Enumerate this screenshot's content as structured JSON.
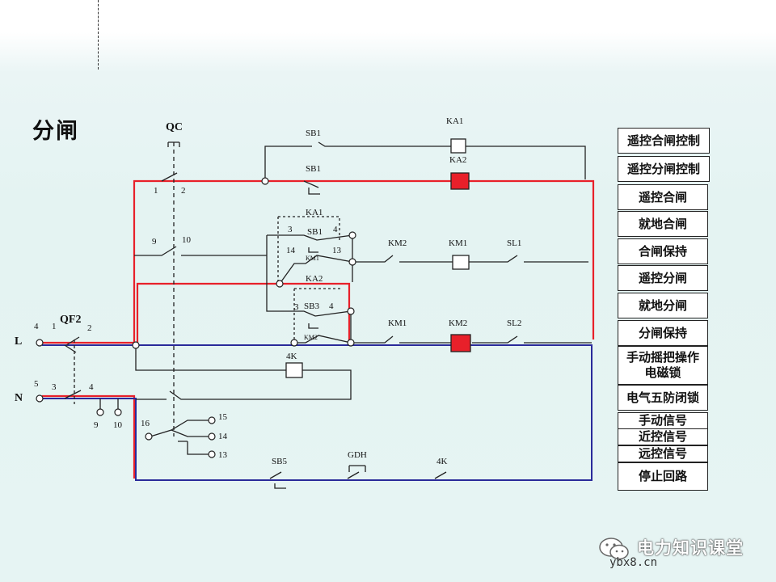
{
  "page": {
    "title": "分闸"
  },
  "diagram": {
    "labels": {
      "qc": "QC",
      "qf2": "QF2",
      "line_l": "L",
      "line_n": "N",
      "sb1_a": "SB1",
      "sb1_b": "SB1",
      "sb1_c": "SB1",
      "sb3": "SB3",
      "sb5": "SB5",
      "ka1_coil": "KA1",
      "ka2_coil": "KA2",
      "ka1_contact": "KA1",
      "ka2_contact": "KA2",
      "km2_contact": "KM2",
      "km1_coil": "KM1",
      "sl1": "SL1",
      "km1_contact": "KM1",
      "km2_coil": "KM2",
      "sl2": "SL2",
      "km1_small": "KM1",
      "km2_small": "KM2",
      "k4_coil": "4K",
      "k4_contact": "4K",
      "gdh": "GDH",
      "n1": "1",
      "n2": "2",
      "n9": "9",
      "n10": "10",
      "ka1_n3": "3",
      "ka1_n4": "4",
      "ka1_n14": "14",
      "ka1_n13": "13",
      "sb3_n3": "3",
      "sb3_n4": "4",
      "qf_n4": "4",
      "qf_n1": "1",
      "qf_n2": "2",
      "qf_n5": "5",
      "qf_n3": "3",
      "qf_n4b": "4",
      "bot_n9": "9",
      "bot_n10": "10",
      "sw_n16": "16",
      "sw_n15": "15",
      "sw_n14": "14",
      "sw_n13": "13"
    },
    "colors": {
      "phase": "#e8202a",
      "neutral": "#2a2a9a",
      "wire": "#222222"
    }
  },
  "legend": {
    "items": [
      "遥控合闸控制",
      "遥控分闸控制",
      "遥控合闸",
      "就地合闸",
      "合闸保持",
      "遥控分闸",
      "就地分闸",
      "分闸保持",
      "手动摇把操作电磁锁",
      "电气五防闭锁",
      "手动信号",
      "近控信号",
      "远控信号",
      "停止回路"
    ]
  },
  "watermark": {
    "brand": "电力知识课堂",
    "url": "ybx8.cn"
  }
}
